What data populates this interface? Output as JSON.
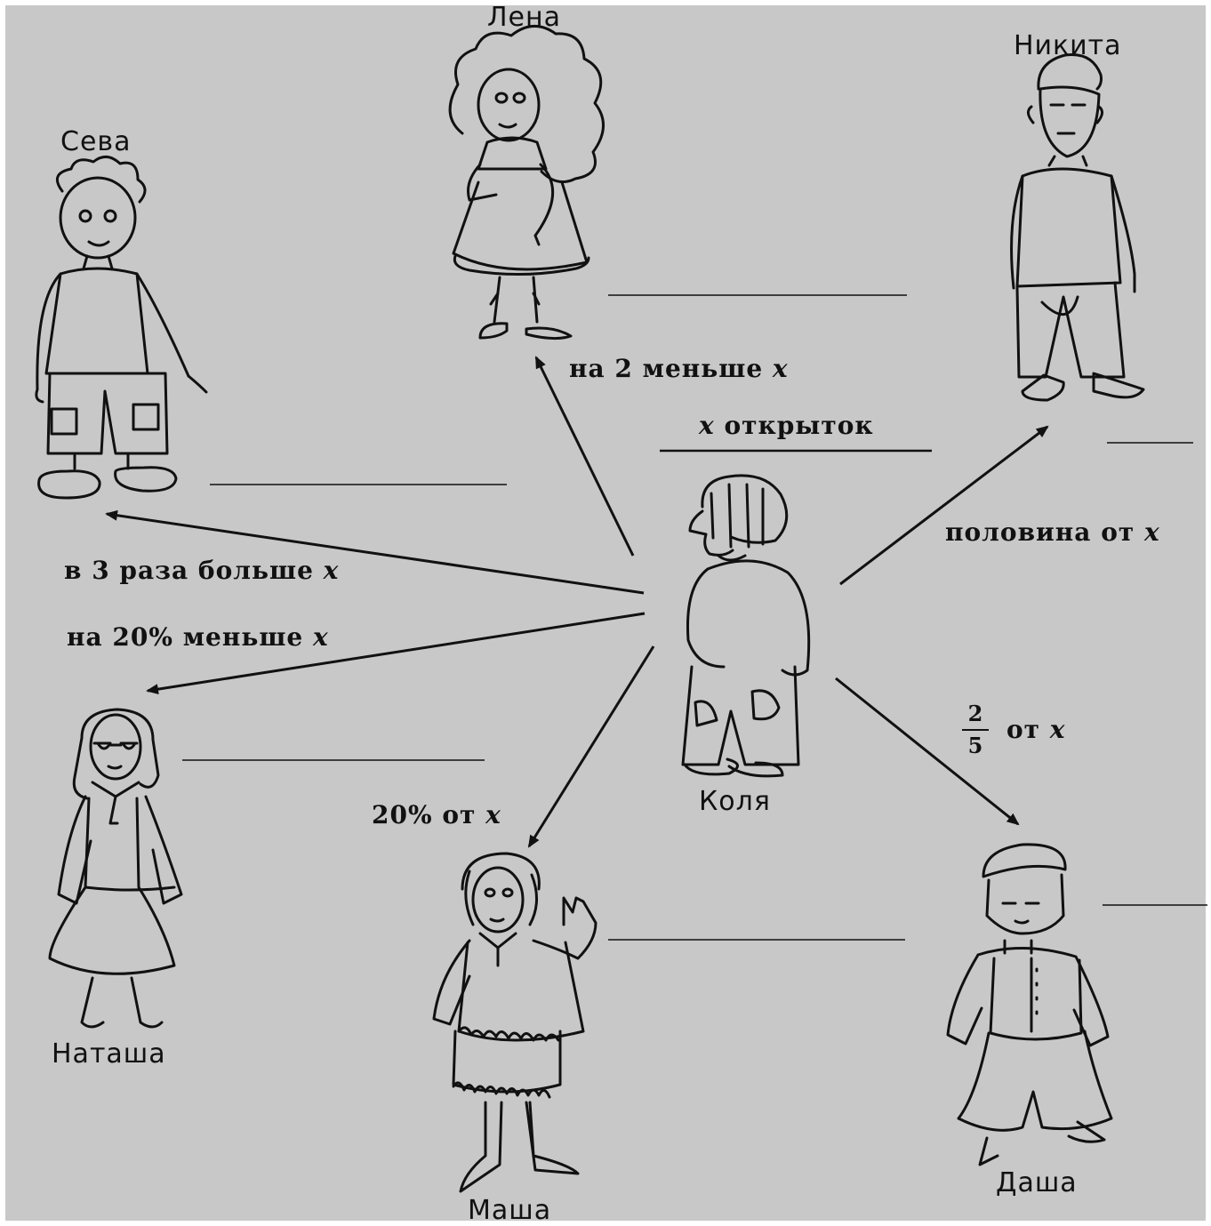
{
  "names": {
    "lena": "Лена",
    "nikita": "Никита",
    "seva": "Сева",
    "kolya": "Коля",
    "natasha": "Наташа",
    "dasha": "Даша",
    "masha": "Маша"
  },
  "relations": {
    "lena": {
      "text": "на 2 меньше",
      "variable": "x"
    },
    "kolya": {
      "variable": "x",
      "text": "открыток"
    },
    "nikita": {
      "text": "половина от",
      "variable": "x"
    },
    "seva": {
      "text": "в 3 раза больше",
      "variable": "x"
    },
    "natasha": {
      "text": "на 20% меньше",
      "variable": "x"
    },
    "dasha": {
      "numerator": "2",
      "denominator": "5",
      "text": "от",
      "variable": "x"
    },
    "masha": {
      "text": "20% от",
      "variable": "x"
    }
  }
}
